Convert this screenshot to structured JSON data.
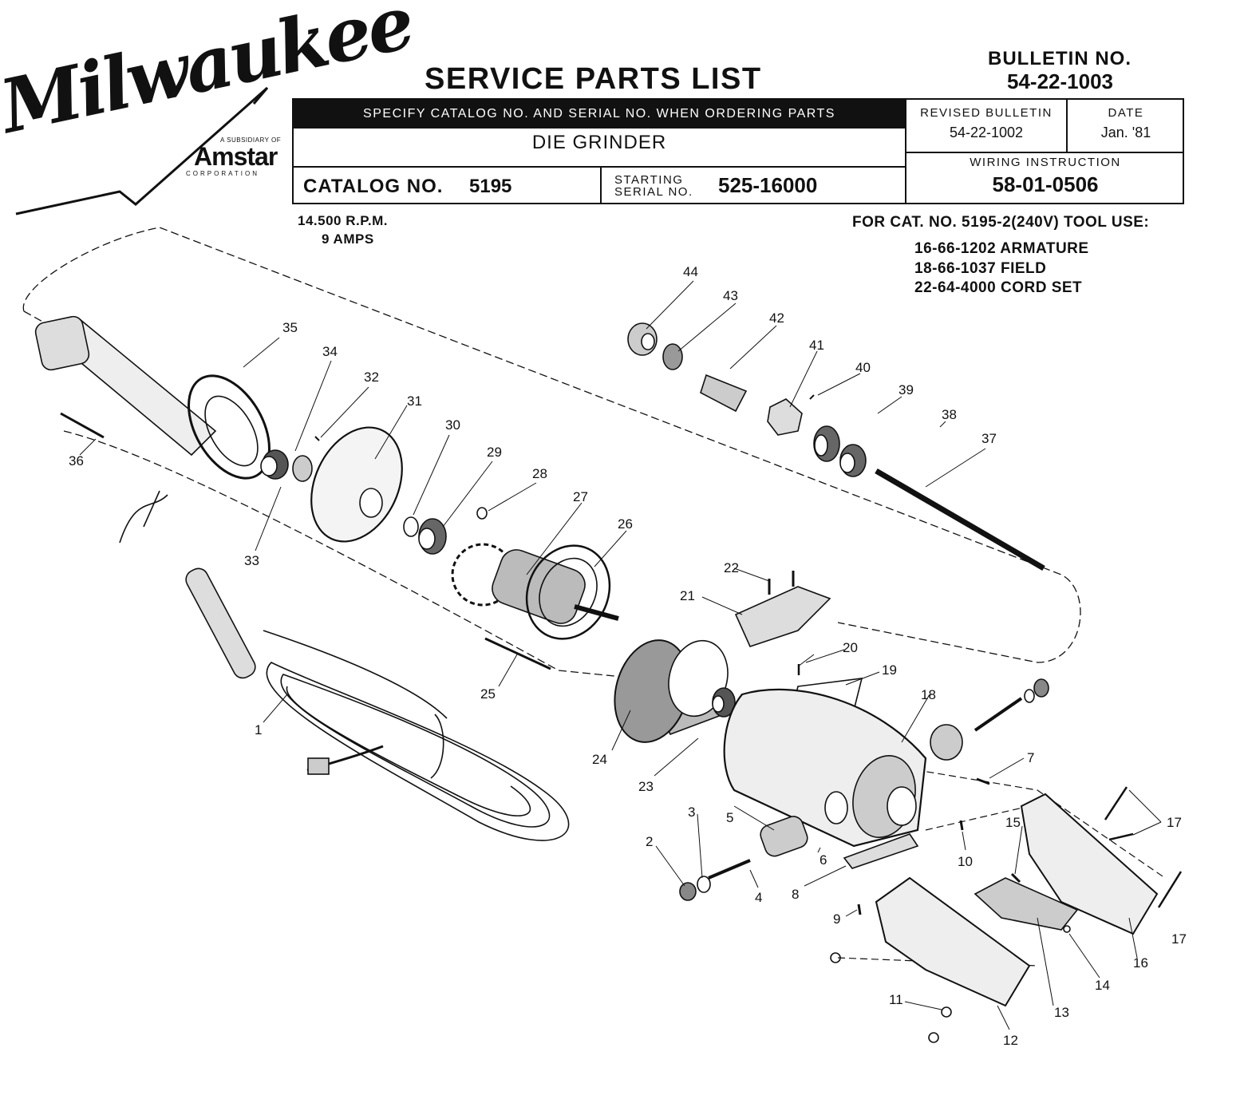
{
  "logo": {
    "brand": "Milwaukee",
    "subsidiary_text": "A SUBSIDIARY OF",
    "parent": "Amstar",
    "parent_corp": "CORPORATION"
  },
  "header": {
    "title": "SERVICE PARTS LIST",
    "bulletin_label": "BULLETIN NO.",
    "bulletin_no": "54-22-1003",
    "order_note": "SPECIFY CATALOG NO. AND SERIAL NO. WHEN ORDERING PARTS",
    "product": "DIE GRINDER",
    "catalog_label": "CATALOG NO.",
    "catalog_no": "5195",
    "starting_label_1": "STARTING",
    "starting_label_2": "SERIAL NO.",
    "serial_no": "525-16000",
    "revised_label": "REVISED BULLETIN",
    "revised_no": "54-22-1002",
    "date_label": "DATE",
    "date": "Jan. '81",
    "wiring_label": "WIRING INSTRUCTION",
    "wiring_no": "58-01-0506"
  },
  "specs": {
    "rpm": "14.500 R.P.M.",
    "amps": "9 AMPS"
  },
  "note_240v": {
    "heading": "FOR CAT. NO. 5195-2(240V) TOOL USE:",
    "lines": [
      "16-66-1202 ARMATURE",
      "18-66-1037 FIELD",
      "22-64-4000 CORD SET"
    ]
  },
  "part_numbers": [
    "1",
    "2",
    "3",
    "4",
    "5",
    "6",
    "7",
    "8",
    "9",
    "10",
    "11",
    "12",
    "13",
    "14",
    "15",
    "16",
    "17",
    "17",
    "19",
    "18",
    "20",
    "21",
    "22",
    "23",
    "24",
    "25",
    "26",
    "27",
    "28",
    "29",
    "30",
    "31",
    "32",
    "33",
    "34",
    "35",
    "36",
    "37",
    "38",
    "39",
    "40",
    "41",
    "42",
    "43",
    "44"
  ]
}
